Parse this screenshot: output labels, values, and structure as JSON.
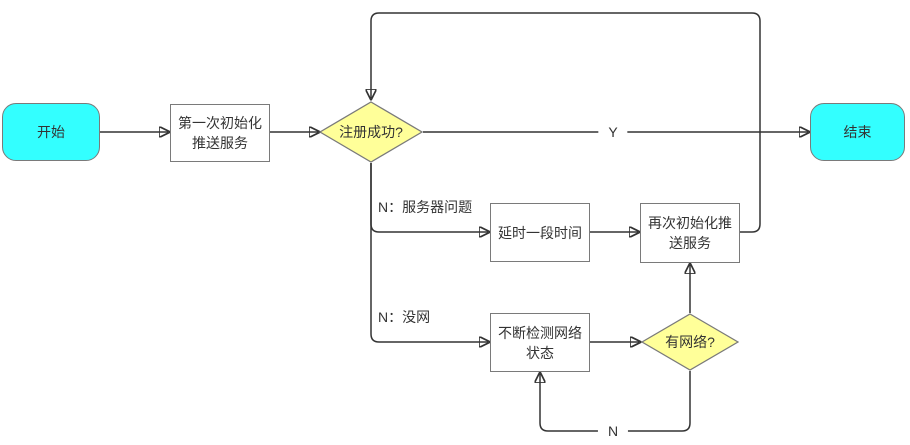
{
  "diagram": {
    "title": "push-service-registration-flowchart",
    "colors": {
      "terminal_fill": "#33FFFF",
      "decision_fill": "#FFFF99",
      "process_fill": "#FFFFFF",
      "shape_border": "#7a7a7a",
      "line": "#333333",
      "text": "#333333",
      "background": "#FFFFFF"
    },
    "nodes": {
      "start": {
        "label": "开始",
        "type": "terminal"
      },
      "init_push": {
        "label": "第一次初始化推送服务",
        "type": "process"
      },
      "register_ok": {
        "label": "注册成功?",
        "type": "decision"
      },
      "end_node": {
        "label": "结束",
        "type": "terminal"
      },
      "delay": {
        "label": "延时一段时间",
        "type": "process"
      },
      "reinit_push": {
        "label": "再次初始化推送服务",
        "type": "process"
      },
      "detect_network": {
        "label": "不断检测网络状态",
        "type": "process"
      },
      "has_network": {
        "label": "有网络?",
        "type": "decision"
      }
    },
    "edge_labels": {
      "yes": "Y",
      "no": "N",
      "no_server": "N：服务器问题",
      "no_network": "N：没网"
    }
  }
}
